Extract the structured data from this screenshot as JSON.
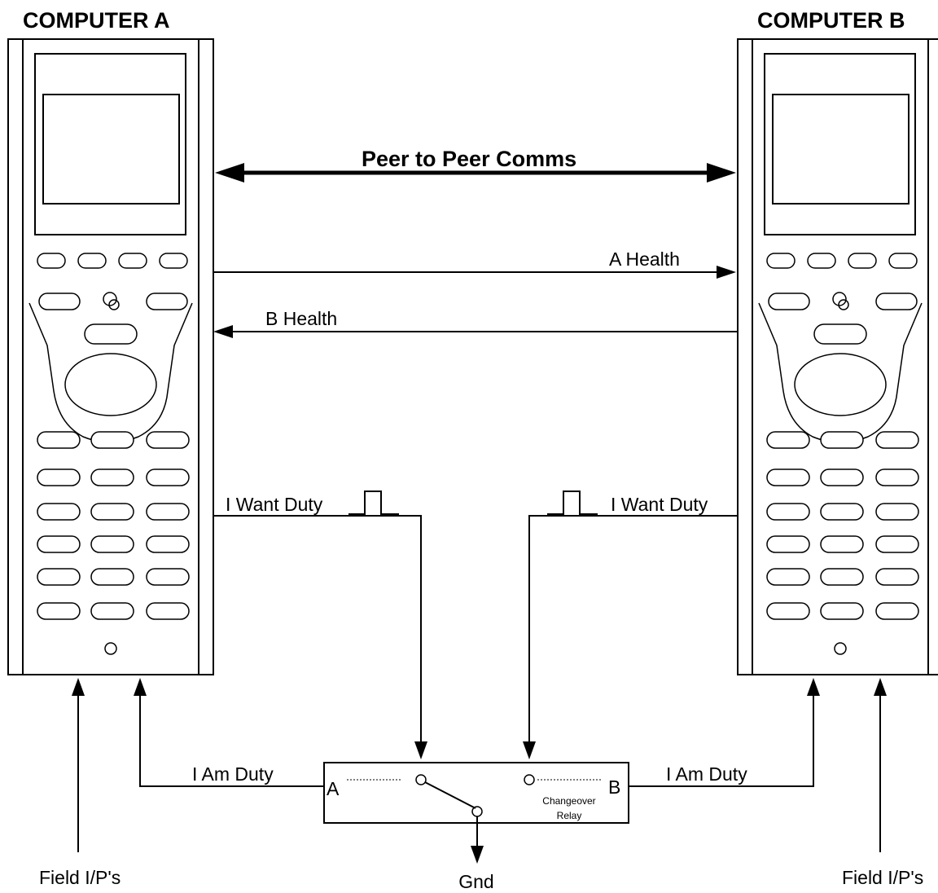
{
  "computer_a": {
    "title": "COMPUTER A"
  },
  "computer_b": {
    "title": "COMPUTER B"
  },
  "links": {
    "peer_comms": "Peer to Peer Comms",
    "a_health": "A Health",
    "b_health": "B Health",
    "want_duty_a": "I Want Duty",
    "want_duty_b": "I Want Duty",
    "am_duty_a": "I Am Duty",
    "am_duty_b": "I Am Duty"
  },
  "relay": {
    "label_a": "A",
    "label_b": "B",
    "caption_line1": "Changeover",
    "caption_line2": "Relay"
  },
  "ground_label": "Gnd",
  "field_inputs_a": "Field I/P's",
  "field_inputs_b": "Field I/P's"
}
